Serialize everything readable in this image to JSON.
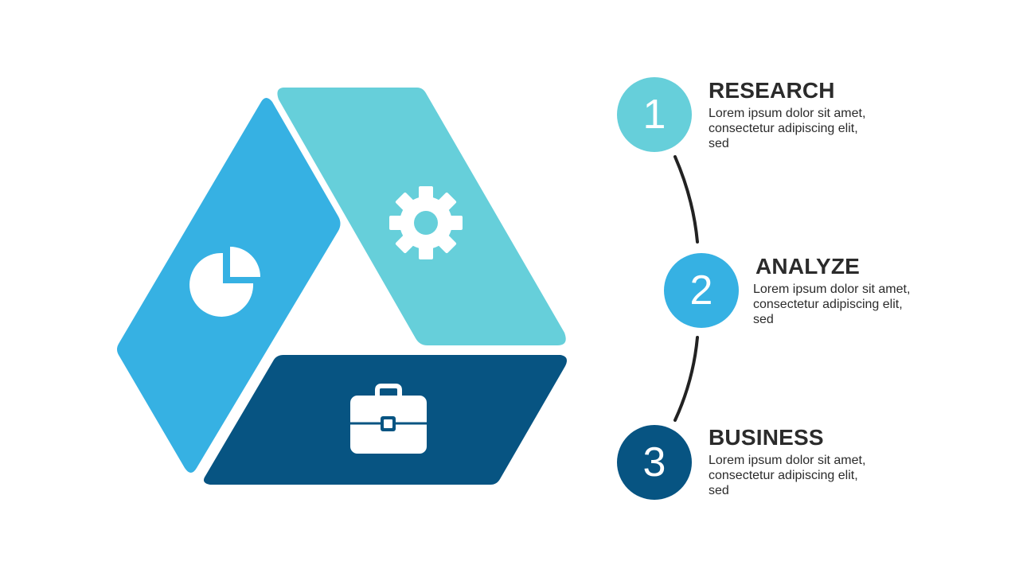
{
  "colors": {
    "research": "#66cfda",
    "analyze": "#36b1e3",
    "business": "#075482",
    "text": "#2b2b2b",
    "connector": "#222222"
  },
  "icons": {
    "left_panel": "pie-chart-icon",
    "top_panel": "gear-icon",
    "bottom_panel": "briefcase-icon"
  },
  "steps": [
    {
      "number": "1",
      "title": "RESEARCH",
      "description": "Lorem ipsum dolor sit amet, consectetur adipiscing elit, sed"
    },
    {
      "number": "2",
      "title": "ANALYZE",
      "description": "Lorem ipsum dolor sit amet, consectetur adipiscing elit, sed"
    },
    {
      "number": "3",
      "title": "BUSINESS",
      "description": "Lorem ipsum dolor sit amet, consectetur adipiscing elit, sed"
    }
  ]
}
